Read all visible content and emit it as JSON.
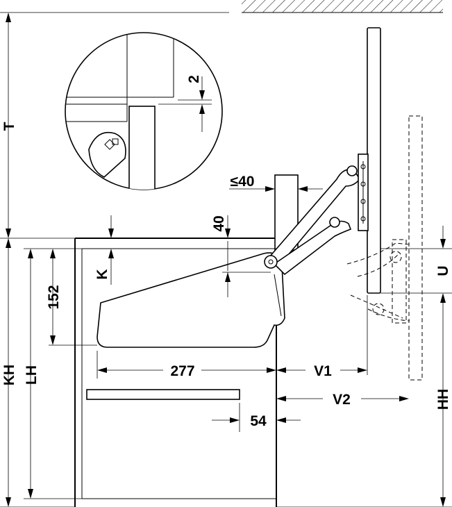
{
  "labels": {
    "T": "T",
    "KH": "KH",
    "LH": "LH",
    "K": "K",
    "d152": "152",
    "d277": "277",
    "d40": "40",
    "le40": "≤40",
    "d2": "2",
    "V1": "V1",
    "V2": "V2",
    "d54": "54",
    "U": "U",
    "HH": "HH"
  }
}
